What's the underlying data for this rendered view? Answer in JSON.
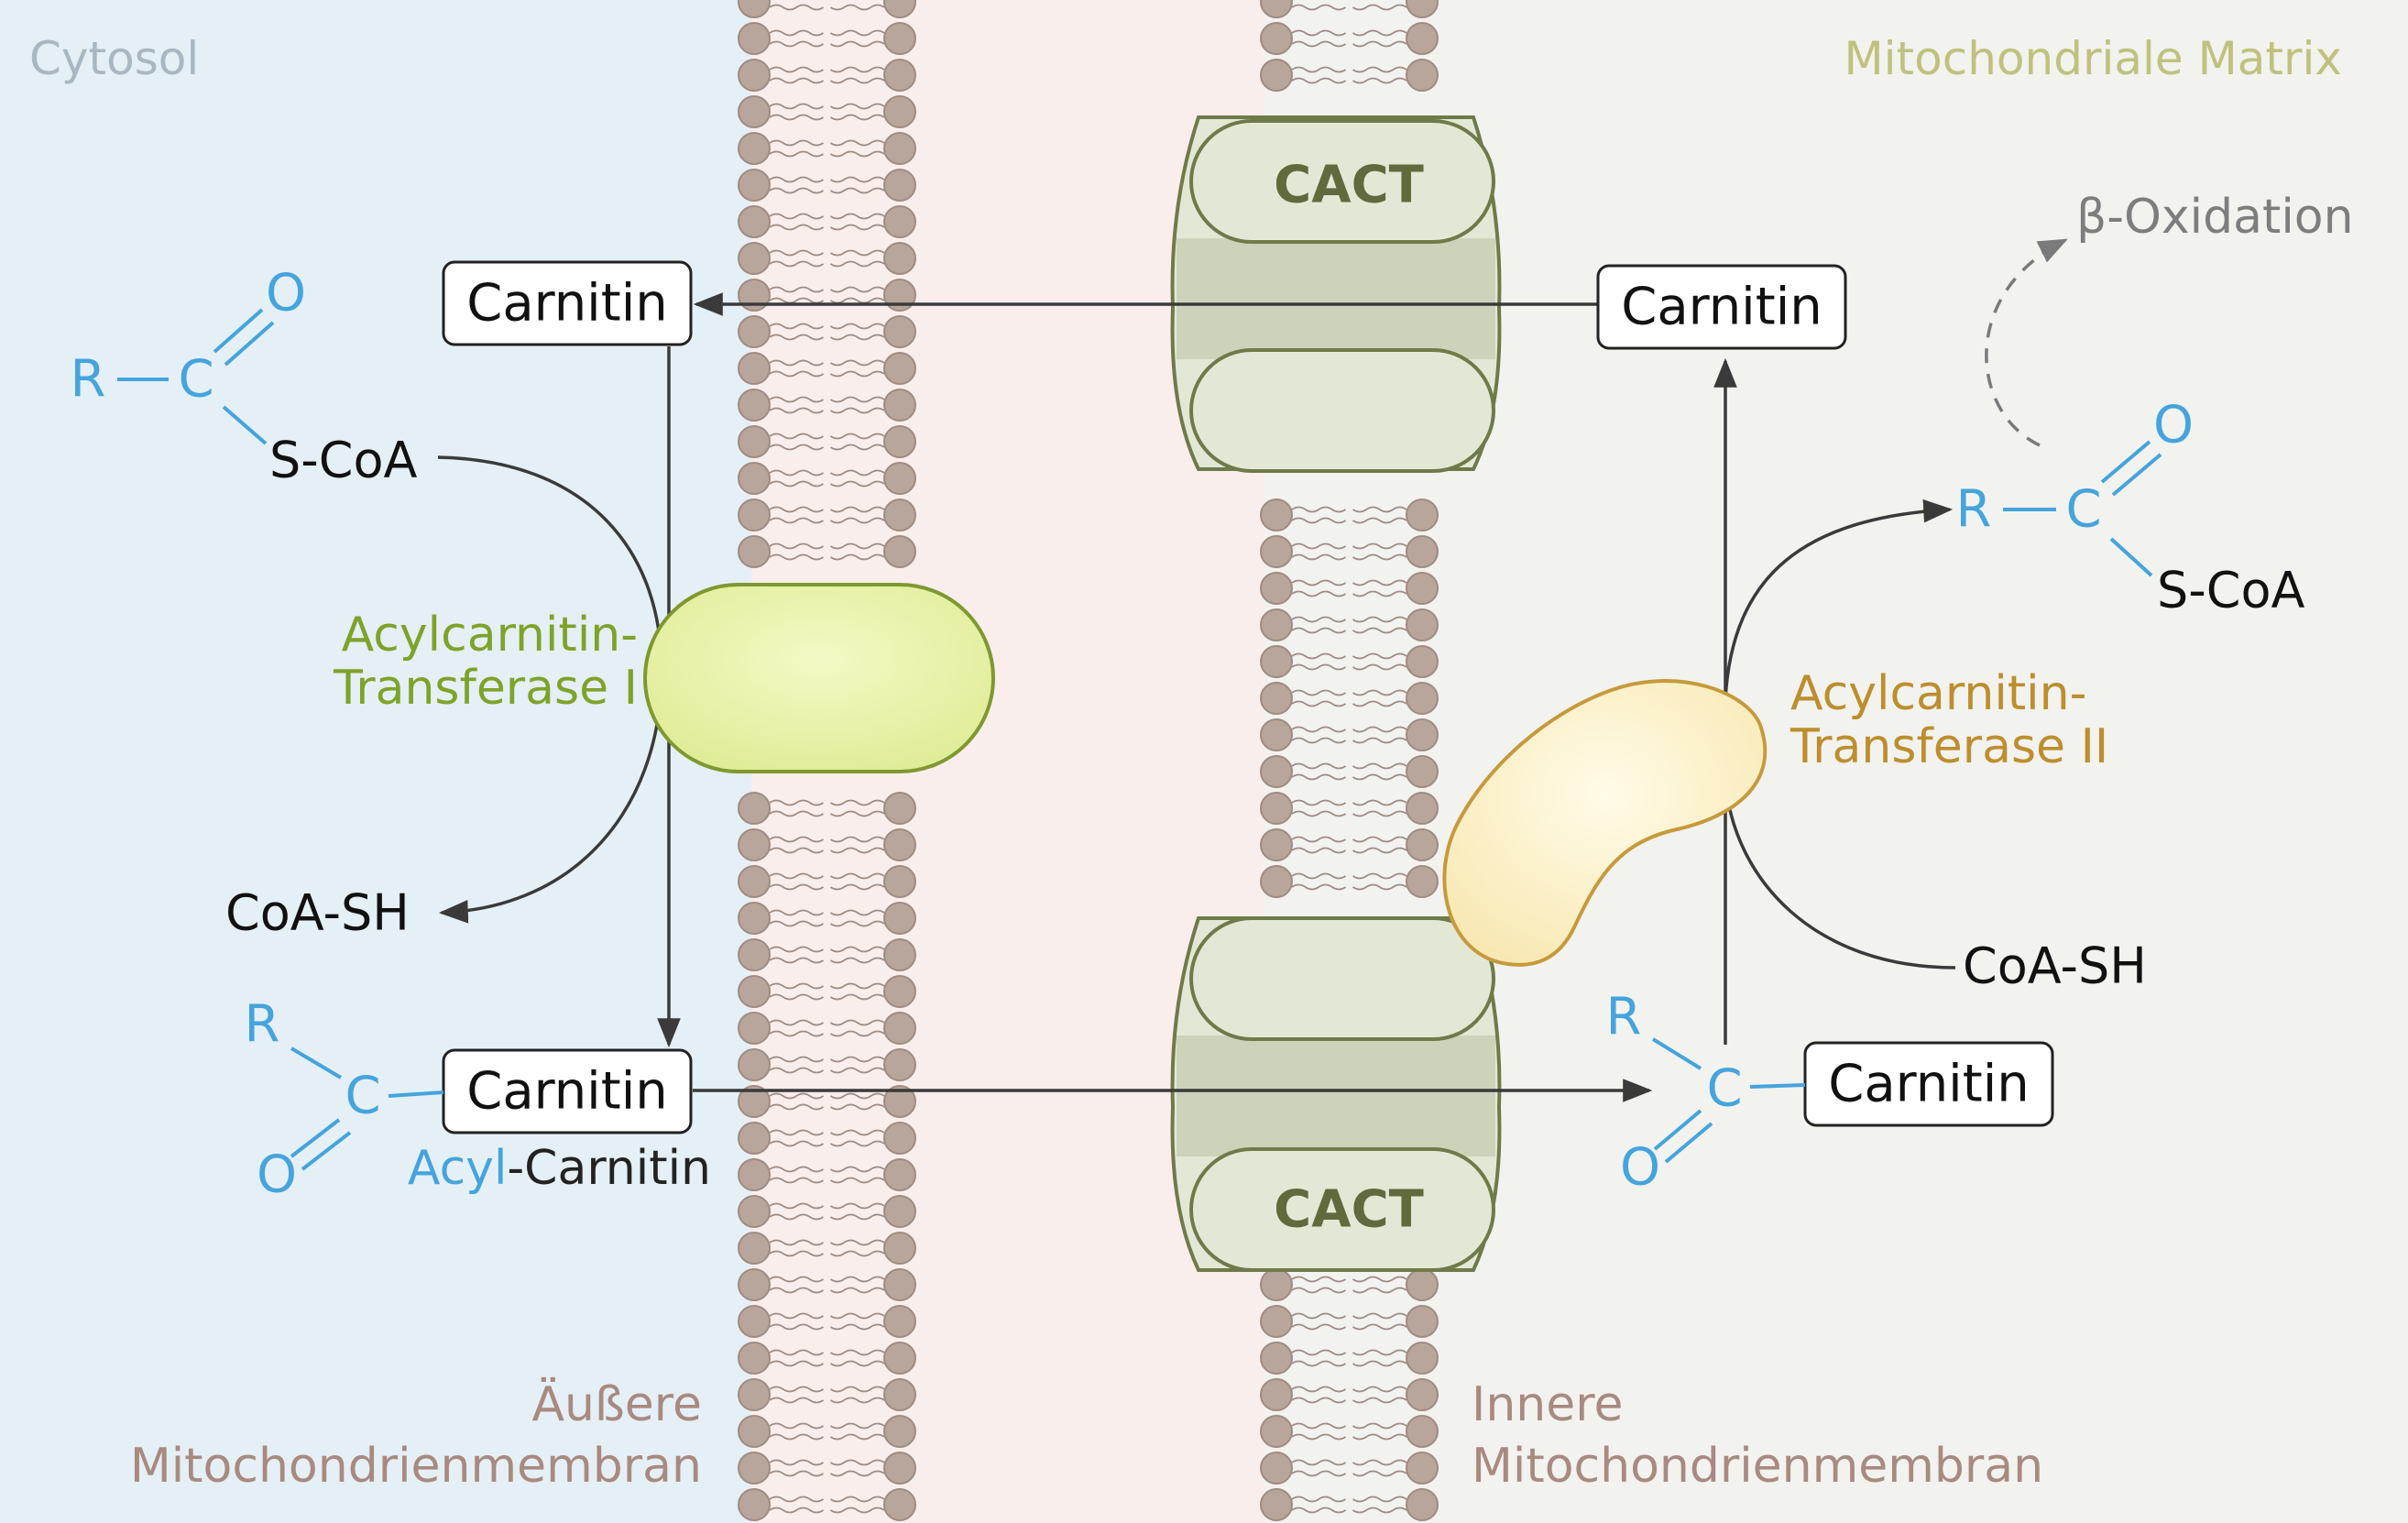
{
  "regions": {
    "cytosol": "Cytosol",
    "matrix": "Mitochondriale Matrix",
    "outer_membrane_line1": "Äußere",
    "outer_membrane_line2": "Mitochondrienmembran",
    "inner_membrane_line1": "Innere",
    "inner_membrane_line2": "Mitochondrienmembran"
  },
  "transporters": {
    "cact_top": "CACT",
    "cact_bottom": "CACT"
  },
  "enzymes": {
    "cpt1_line1": "Acylcarnitin-",
    "cpt1_line2": "Transferase I",
    "cpt2_line1": "Acylcarnitin-",
    "cpt2_line2": "Transferase II"
  },
  "molecules": {
    "carnitin": "Carnitin",
    "r": "R",
    "c": "C",
    "o": "O",
    "s_coa": "S-CoA",
    "coa_sh": "CoA-SH",
    "acyl_part": "Acyl",
    "carnitin_part": "-Carnitin",
    "beta_symbol": "β",
    "oxidation_part": "-Oxidation"
  },
  "colors": {
    "cytosol_bg": "#e5eff6",
    "intermembrane_bg": "#f9eeec",
    "matrix_bg": "#f2f2ef",
    "chem_blue": "#45a4dc",
    "cpt1_green": "#7da32a",
    "cpt2_gold": "#bd8e2e",
    "cact_fill": "#e3e8d6",
    "lipid_head": "#b8a59c"
  }
}
